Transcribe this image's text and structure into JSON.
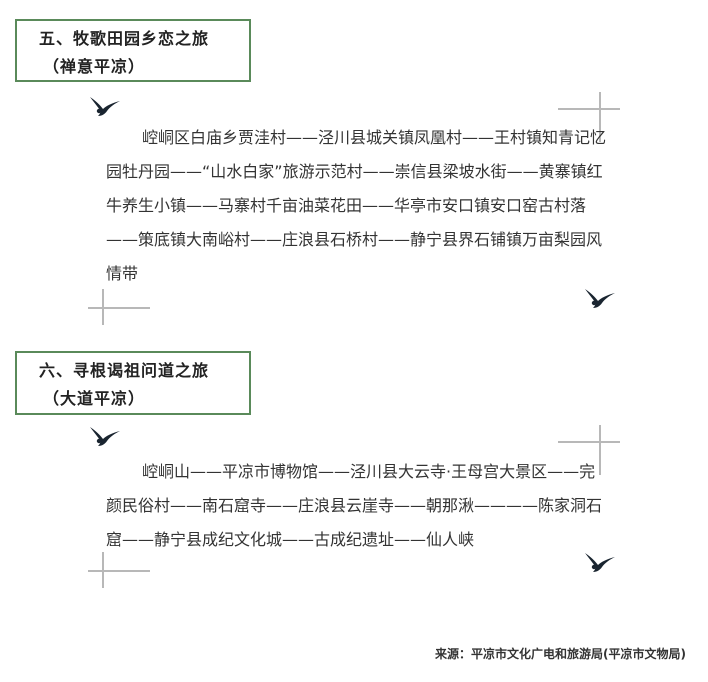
{
  "section5": {
    "title": "五、牧歌田园乡恋之旅",
    "subtitle": "（禅意平凉）",
    "route": "崆峒区白庙乡贾洼村——泾川县城关镇凤凰村——王村镇知青记忆园牡丹园——“山水白家”旅游示范村——崇信县梁坡水街——黄寨镇红牛养生小镇——马寨村千亩油菜花田——华亭市安口镇安口窑古村落——策底镇大南峪村——庄浪县石桥村——静宁县界石铺镇万亩梨园风情带"
  },
  "section6": {
    "title": "六、寻根谒祖问道之旅",
    "subtitle": "（大道平凉）",
    "route": "崆峒山——平凉市博物馆——泾川县大云寺·王母宫大景区——完颜民俗村——南石窟寺——庄浪县云崖寺——朝那湫————陈家洞石窟——静宁县成纪文化城——古成纪遗址——仙人峡"
  },
  "footer": {
    "source": "来源：平凉市文化广电和旅游局(平凉市文物局)"
  },
  "colors": {
    "box_border": "#5a8a5a",
    "crosshair": "#b8b8b8",
    "swallow": "#1a2530"
  }
}
